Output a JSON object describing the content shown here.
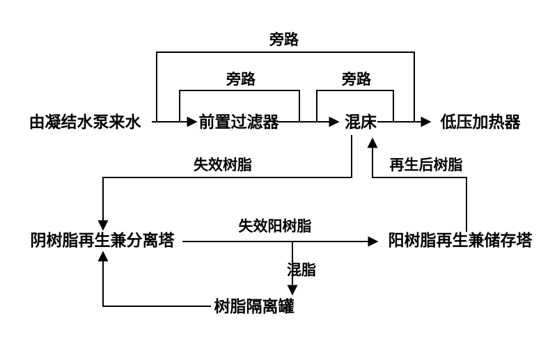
{
  "diagram": {
    "background_color": "#ffffff",
    "line_color": "#000000",
    "nodes": {
      "source": "由凝结水泵来水",
      "prefilter": "前置过滤器",
      "mixed_bed": "混床",
      "lp_heater": "低压加热器",
      "anion_tower": "阴树脂再生兼分离塔",
      "cation_tower": "阳树脂再生兼储存塔",
      "resin_tank": "树脂隔离罐"
    },
    "labels": {
      "bypass_top": "旁路",
      "bypass_left": "旁路",
      "bypass_right": "旁路",
      "spent_resin": "失效树脂",
      "regenerated_resin": "再生后树脂",
      "spent_cation_resin": "失效阳树脂",
      "mixed_resin": "混脂"
    }
  }
}
